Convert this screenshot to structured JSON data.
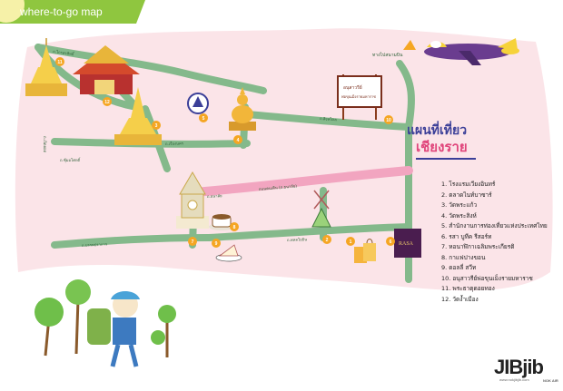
{
  "header": {
    "badge_text": "where-to-go map"
  },
  "legend": {
    "title_line1": "แผนที่เที่ยว",
    "title_line2": "เชียงราย",
    "items": [
      "1. โรงแรมเวียงอินทร์",
      "2. ตลาดไนท์บาซาร์",
      "3. วัดพระแก้ว",
      "4. วัดพระสิงห์",
      "5. สำนักงานการท่องเที่ยวแห่งประเทศไทย",
      "6. รสา บูทีค รีสอร์ท",
      "7. หอนาฬิกาเฉลิมพระเกียรติ",
      "8. กาแฟปางขอน",
      "9. ดอลลี่ สวีท",
      "10. อนุสาวรีย์พ่อขุนเม็งรายมหาราช",
      "11. พระธาตุดอยทอง",
      "12. วัดง้ำเมือง"
    ]
  },
  "roads": {
    "r1": "ถ.ไกรสรสิทธิ์",
    "r2": "ถ.ธนาลัย",
    "r3": "ถ.เรืองนคร",
    "r4": "ถ.ซุ้มอโศกดิ์",
    "r5": "ถ.สิงหไคล",
    "r6": "ถ.บรรพปราการ",
    "r7": "ถ.เจ็ดยอด",
    "r8": "ถ.พหลโยธิน",
    "highlight": "ถนนคนเดิน (ถ.ธนาลัย)"
  },
  "airport": {
    "label": "ทางไปสนามบิน"
  },
  "signboard": {
    "line1": "อนุสาวรีย์",
    "line2": "พ่อขุนเม็งรายมหาราช"
  },
  "rasa": {
    "text": "RASA"
  },
  "brand": {
    "logo": "JIBjib",
    "url": "www.nokjibjib.com",
    "air": "NOK AIR"
  },
  "colors": {
    "map_bg": "#fbe4e8",
    "road": "#84b98b",
    "highlight_road": "#f2a5c0",
    "badge": "#8fc63f",
    "legend_title": "#3b3f98",
    "legend_subtitle": "#e0457b"
  }
}
